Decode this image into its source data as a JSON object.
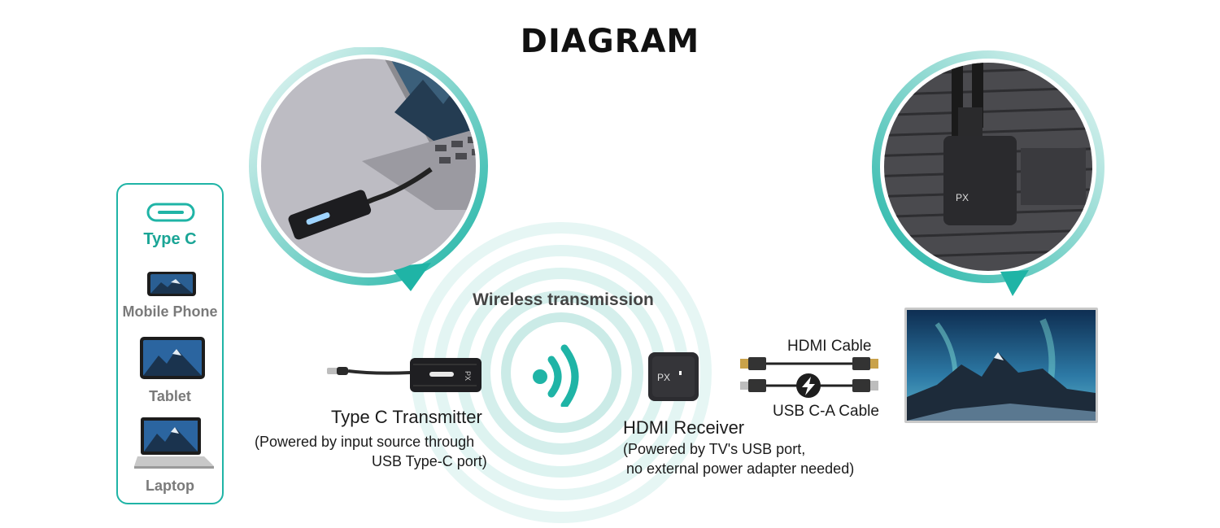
{
  "title": "DIAGRAM",
  "device_panel": {
    "header": "Type C",
    "items": [
      {
        "label": "Mobile Phone",
        "icon": "mobile-phone-icon"
      },
      {
        "label": "Tablet",
        "icon": "tablet-icon"
      },
      {
        "label": "Laptop",
        "icon": "laptop-icon"
      }
    ]
  },
  "wireless": {
    "label": "Wireless transmission",
    "icon": "wireless-signal-icon"
  },
  "transmitter": {
    "name": "Type C Transmitter",
    "note_line1": "(Powered by input source through",
    "note_line2": "USB Type-C port)"
  },
  "receiver": {
    "name": "HDMI Receiver",
    "note_line1": "(Powered by TV's USB port,",
    "note_line2": "no external power adapter needed)",
    "brand": "PX"
  },
  "cables": {
    "hdmi": "HDMI Cable",
    "usb": "USB C-A Cable",
    "power_icon": "lightning-bolt-icon"
  },
  "colors": {
    "accent": "#1fb4a6",
    "text": "#1b1b1b",
    "muted": "#7a7a7a"
  }
}
